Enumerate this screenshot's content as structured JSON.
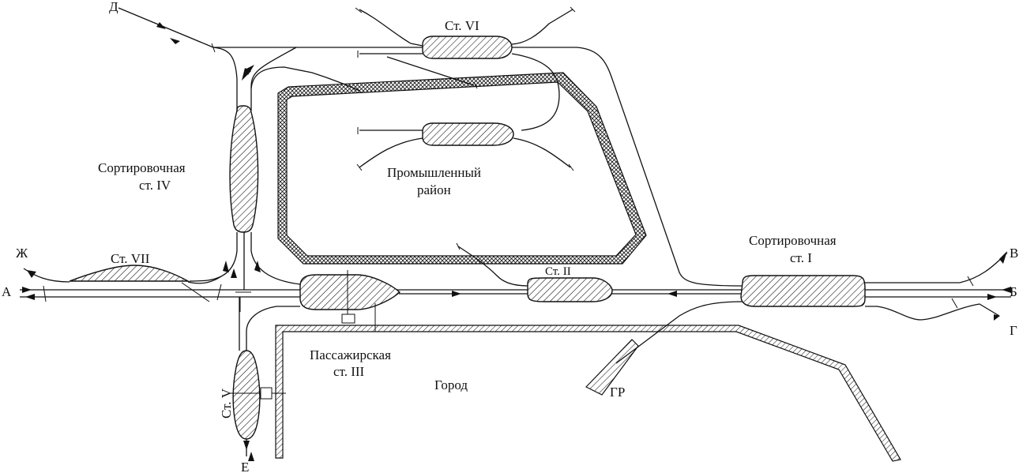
{
  "labels": {
    "dir_A": "А",
    "dir_B": "Б",
    "dir_V": "В",
    "dir_G": "Г",
    "dir_D": "Д",
    "dir_E": "Е",
    "dir_Zh": "Ж",
    "st_I_line1": "Сортировочная",
    "st_I_line2": "ст. I",
    "st_II": "Ст. II",
    "st_III_line1": "Пассажирская",
    "st_III_line2": "ст. III",
    "st_IV_line1": "Сортировочная",
    "st_IV_line2": "ст. IV",
    "st_V": "Ст. V",
    "st_VI": "Ст. VI",
    "st_VII": "Ст. VII",
    "industrial_line1": "Промышленный",
    "industrial_line2": "район",
    "city": "Город",
    "gr": "ГР"
  }
}
